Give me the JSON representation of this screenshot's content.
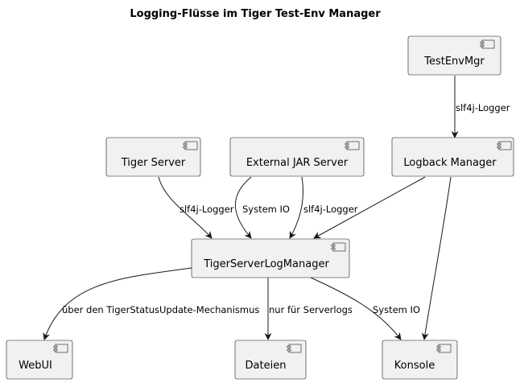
{
  "title": "Logging-Flüsse im Tiger Test-Env Manager",
  "nodes": {
    "testenvmgr": {
      "label": "TestEnvMgr",
      "icon": "component-icon"
    },
    "tiger_server": {
      "label": "Tiger Server",
      "icon": "component-icon"
    },
    "external_jar": {
      "label": "External JAR Server",
      "icon": "component-icon"
    },
    "logback": {
      "label": "Logback Manager",
      "icon": "component-icon"
    },
    "logmanager": {
      "label": "TigerServerLogManager",
      "icon": "component-icon"
    },
    "webui": {
      "label": "WebUI",
      "icon": "component-icon"
    },
    "dateien": {
      "label": "Dateien",
      "icon": "component-icon"
    },
    "konsole": {
      "label": "Konsole",
      "icon": "component-icon"
    }
  },
  "edges": {
    "testenvmgr_logback": "slf4j-Logger",
    "tiger_logmanager": "slf4j-Logger",
    "jar_logmanager_sysio": "System IO",
    "jar_logmanager_slf4j": "slf4j-Logger",
    "logback_logmanager": "",
    "logback_konsole": "",
    "logmanager_webui": "über den TigerStatusUpdate-Mechanismus",
    "logmanager_dateien": "nur für Serverlogs",
    "logmanager_konsole": "System IO"
  },
  "colors": {
    "node_fill": "#f1f1f1",
    "stroke": "#181818"
  }
}
